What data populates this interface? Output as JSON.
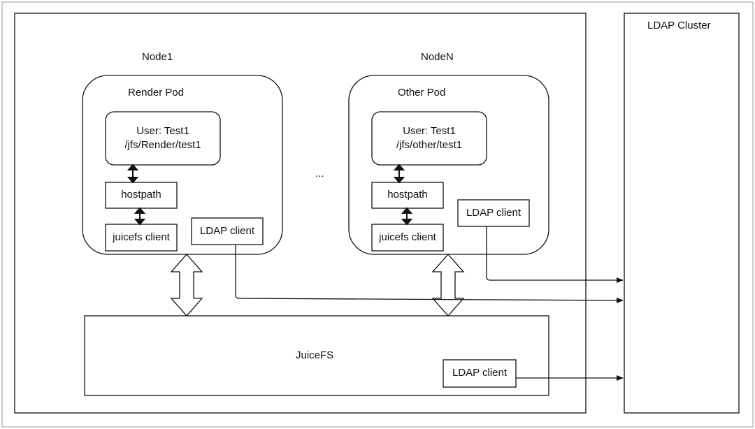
{
  "cluster_title": "LDAP Cluster",
  "nodes": [
    {
      "title": "Node1",
      "pod_title": "Render Pod",
      "user_line": "User: Test1",
      "path_line": "/jfs/Render/test1",
      "hostpath_label": "hostpath",
      "juicefs_label": "juicefs client",
      "ldap_label": "LDAP client"
    },
    {
      "title": "NodeN",
      "pod_title": "Other Pod",
      "user_line": "User: Test1",
      "path_line": "/jfs/other/test1",
      "hostpath_label": "hostpath",
      "juicefs_label": "juicefs client",
      "ldap_label": "LDAP client"
    }
  ],
  "ellipsis": "...",
  "juicefs": {
    "title": "JuiceFS",
    "ldap_label": "LDAP client"
  },
  "colors": {
    "stroke": "#111111",
    "background": "#ffffff"
  }
}
